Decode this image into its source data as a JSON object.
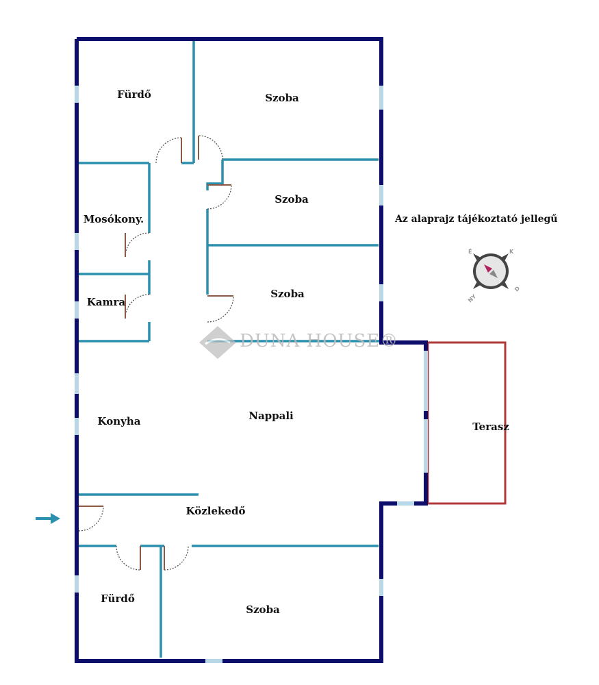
{
  "rooms": {
    "furdo_top": "Fürdő",
    "szoba_1": "Szoba",
    "szoba_2": "Szoba",
    "szoba_3": "Szoba",
    "mosokony": "Mosókony.",
    "kamra": "Kamra",
    "konyha": "Konyha",
    "nappali": "Nappali",
    "terasz": "Terasz",
    "kozlekedo": "Közlekedő",
    "furdo_bottom": "Fürdő",
    "szoba_4": "Szoba"
  },
  "note": "Az alaprajz tájékoztató jellegű",
  "watermark": "DUNA HOUSE®",
  "compass": {
    "n": "É",
    "e": "K",
    "s": "D",
    "w": "NY"
  },
  "colors": {
    "outer_wall": "#0d0d6b",
    "inner_wall": "#2b8fae",
    "window": "#b8d8e8",
    "terrace": "#b03a3a",
    "door": "#8a5a44"
  }
}
